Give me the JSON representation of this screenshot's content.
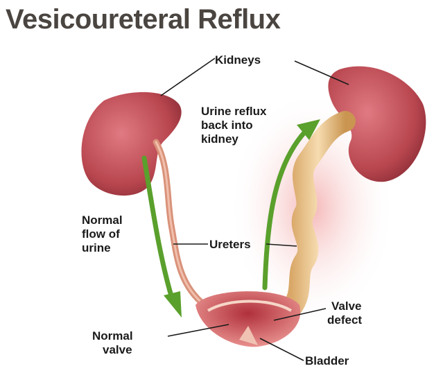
{
  "title": "Vesicoureteral Reflux",
  "labels": {
    "kidneys": "Kidneys",
    "reflux": [
      "Urine reflux",
      "back into",
      "kidney"
    ],
    "normal_flow": [
      "Normal",
      "flow of",
      "urine"
    ],
    "ureters": "Ureters",
    "valve_defect": [
      "Valve",
      "defect"
    ],
    "normal_valve": [
      "Normal",
      "valve"
    ],
    "bladder": "Bladder"
  },
  "colors": {
    "title": "#4a4540",
    "kidney": "#b8464f",
    "ureter_normal": "#d9927a",
    "ureter_dilated": "#e9c896",
    "arrow": "#5aa02c",
    "bladder": "#c8555a",
    "reflux_glow": "#f6c4c4"
  }
}
